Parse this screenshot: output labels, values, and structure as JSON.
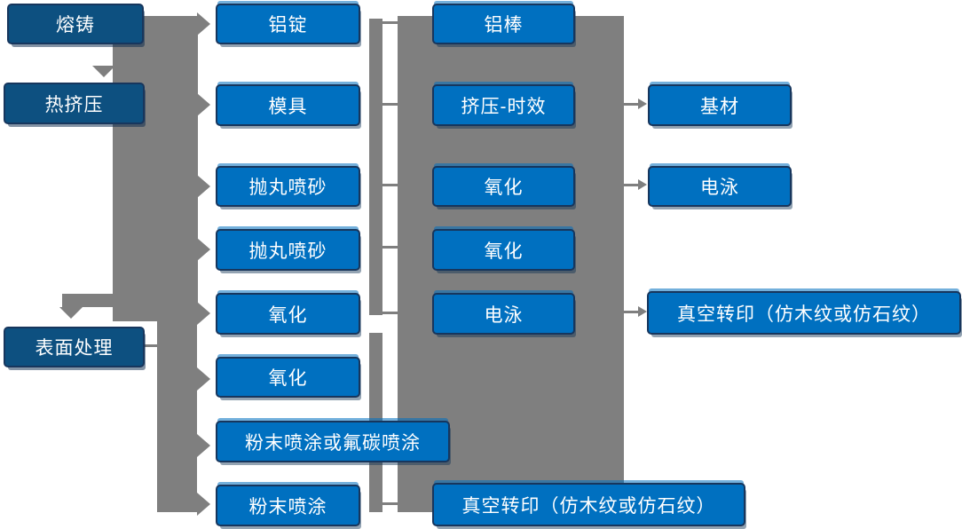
{
  "diagram_title": "",
  "colors": {
    "box_blue": "#0070c0",
    "box_dark_blue": "#0d5080",
    "box_border": "#17365d",
    "connector_gray": "#7f7f7f",
    "text": "#ffffff"
  },
  "nodes": [
    {
      "id": "melting-casting",
      "label": "熔铸"
    },
    {
      "id": "hot-extrusion",
      "label": "热挤压"
    },
    {
      "id": "surface-treatment",
      "label": "表面处理"
    },
    {
      "id": "aluminum-ingot",
      "label": "铝锭"
    },
    {
      "id": "mold",
      "label": "模具"
    },
    {
      "id": "shot-blasting-1",
      "label": "抛丸喷砂"
    },
    {
      "id": "shot-blasting-2",
      "label": "抛丸喷砂"
    },
    {
      "id": "oxidation-1",
      "label": "氧化"
    },
    {
      "id": "oxidation-2",
      "label": "氧化"
    },
    {
      "id": "powder-or-fluorocarbon",
      "label": "粉末喷涂或氟碳喷涂"
    },
    {
      "id": "powder-coating",
      "label": "粉末喷涂"
    },
    {
      "id": "aluminum-rod",
      "label": "铝棒"
    },
    {
      "id": "extrusion-aging",
      "label": "挤压-时效"
    },
    {
      "id": "oxidation-3",
      "label": "氧化"
    },
    {
      "id": "oxidation-4",
      "label": "氧化"
    },
    {
      "id": "electrophoresis-1",
      "label": "电泳"
    },
    {
      "id": "base-material",
      "label": "基材"
    },
    {
      "id": "electrophoresis-2",
      "label": "电泳"
    },
    {
      "id": "vacuum-transfer-right",
      "label": "真空转印（仿木纹或仿石纹）"
    },
    {
      "id": "vacuum-transfer-bottom",
      "label": "真空转印（仿木纹或仿石纹）"
    }
  ],
  "connections": {
    "down_arrows": [
      "熔铸→热挤压",
      "热挤压→表面处理"
    ],
    "left_band_targets": [
      "铝锭",
      "模具",
      "抛丸喷砂",
      "抛丸喷砂",
      "氧化"
    ],
    "surface_band_targets": [
      "氧化",
      "粉末喷涂或氟碳喷涂",
      "粉末喷涂"
    ],
    "middle_bar_links": [
      "铝锭",
      "模具",
      "抛丸喷砂",
      "抛丸喷砂",
      "氧化",
      "粉末喷涂"
    ],
    "right_block_targets": [
      "基材",
      "电泳",
      "真空转印（仿木纹或仿石纹）"
    ]
  }
}
